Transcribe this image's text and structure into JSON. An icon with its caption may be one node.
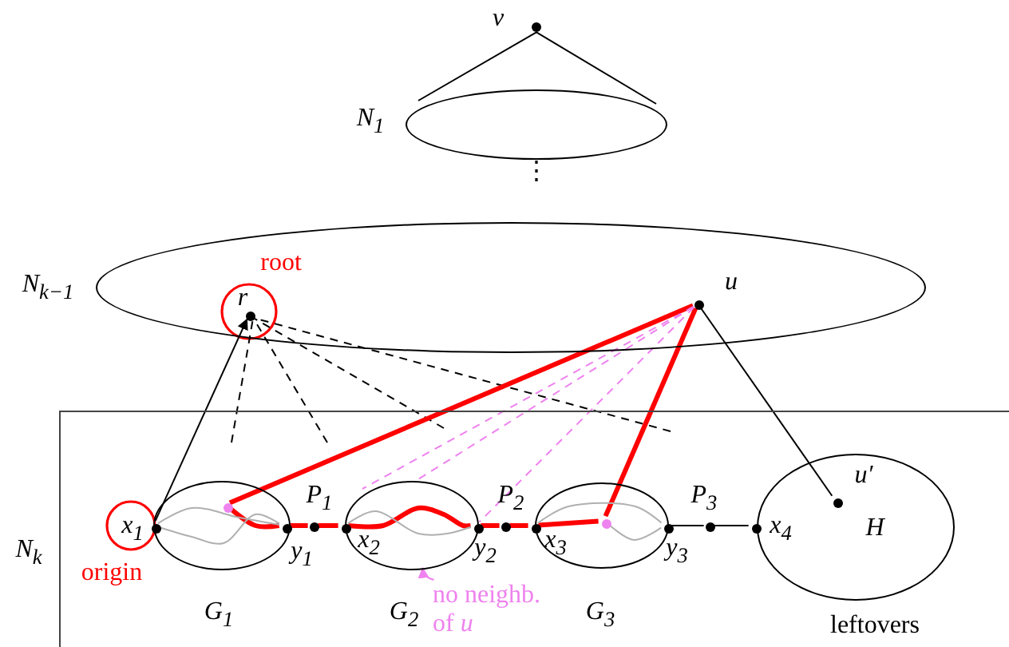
{
  "diagram": {
    "nodes": [
      {
        "text": [
          "N$_{1}$"
        ]
      },
      {
        "text": [
          "N$_{k−1}$"
        ]
      },
      {
        "text": [
          "N$_{k}$"
        ]
      },
      {
        "text": [],
        "shape": "circle",
        "beside": [
          "v"
        ]
      },
      {
        "text": [],
        "shape": "circle",
        "in": 1,
        "beside": [
          "r",
          "root"
        ]
      },
      {
        "text": [],
        "shape": "circle",
        "in": 1,
        "beside": [
          "u"
        ]
      },
      {
        "text": [
          "G$_{1}$"
        ],
        "in": 2
      },
      {
        "text": [
          "G$_{2}$"
        ],
        "in": 2
      },
      {
        "text": [
          "G$_{3}$"
        ],
        "in": 2
      },
      {
        "text": [
          "H",
          "leftovers"
        ],
        "in": 2
      },
      {
        "text": [],
        "shape": "circle",
        "in": 6,
        "beside": [
          "x$_{1}$",
          "origin"
        ]
      },
      {
        "text": [],
        "shape": "circle",
        "in": 6,
        "beside": [
          "y$_{1}$"
        ]
      },
      {
        "text": [],
        "shape": "circle",
        "in": 2,
        "beside": [
          "P$_{1}$"
        ]
      },
      {
        "text": [],
        "shape": "circle",
        "in": 7,
        "beside": [
          "x$_{2}$"
        ]
      },
      {
        "text": [],
        "shape": "circle",
        "in": 7,
        "beside": [
          "y$_{2}$"
        ]
      },
      {
        "text": [],
        "shape": "circle",
        "in": 2,
        "beside": [
          "P$_{2}$"
        ]
      },
      {
        "text": [],
        "shape": "circle",
        "in": 8,
        "beside": [
          "x$_{3}$"
        ]
      },
      {
        "text": [],
        "shape": "circle",
        "in": 8,
        "beside": [
          "y$_{3}$"
        ]
      },
      {
        "text": [],
        "shape": "circle",
        "in": 2,
        "beside": [
          "P$_{3}$"
        ]
      },
      {
        "text": [],
        "shape": "circle",
        "in": 9,
        "beside": [
          "x$_{4}$"
        ]
      },
      {
        "text": [],
        "shape": "circle",
        "in": 9,
        "beside": [
          "u′"
        ]
      },
      {
        "text": [],
        "shape": "circle",
        "in": 6
      },
      {
        "text": [],
        "shape": "circle",
        "in": 8
      },
      {
        "text": [
          "no neighb. of *u*"
        ],
        "in": 2
      }
    ],
    "edges": [
      {
        "from": 3,
        "to": 0,
        "arrow": "none"
      },
      {
        "from": 3,
        "to": 0,
        "arrow": "none"
      },
      {
        "from": 10,
        "to": 4,
        "arrow": "to"
      },
      {
        "from": 2,
        "to": 4,
        "arrow": "none",
        "style": "dashed"
      },
      {
        "from": 2,
        "to": 4,
        "arrow": "none",
        "style": "dashed"
      },
      {
        "from": 2,
        "to": 4,
        "arrow": "none",
        "style": "dashed"
      },
      {
        "from": 2,
        "to": 4,
        "arrow": "none",
        "style": "dashed"
      },
      {
        "from": 5,
        "to": 20,
        "arrow": "none"
      },
      {
        "from": 21,
        "to": 5,
        "arrow": "none",
        "style": "thick",
        "color": "#ff0000"
      },
      {
        "from": 5,
        "to": 22,
        "arrow": "none",
        "style": "thick",
        "color": "#ff0000"
      },
      {
        "from": 21,
        "to": 11,
        "arrow": "none",
        "style": "thick",
        "color": "#ff0000"
      },
      {
        "from": 11,
        "to": 12,
        "arrow": "none",
        "style": "thick",
        "color": "#ff0000"
      },
      {
        "from": 12,
        "to": 13,
        "arrow": "none",
        "style": "thick",
        "color": "#ff0000"
      },
      {
        "from": 13,
        "to": 14,
        "arrow": "none",
        "style": "thick",
        "color": "#ff0000"
      },
      {
        "from": 14,
        "to": 15,
        "arrow": "none",
        "style": "thick",
        "color": "#ff0000"
      },
      {
        "from": 15,
        "to": 16,
        "arrow": "none",
        "style": "thick",
        "color": "#ff0000"
      },
      {
        "from": 16,
        "to": 22,
        "arrow": "none",
        "style": "thick",
        "color": "#ff0000"
      },
      {
        "from": 17,
        "to": 18,
        "arrow": "none"
      },
      {
        "from": 18,
        "to": 19,
        "arrow": "none"
      },
      {
        "from": 10,
        "to": 11,
        "arrow": "none",
        "color": "#b0b0b0"
      },
      {
        "from": 10,
        "to": 11,
        "arrow": "none",
        "color": "#b0b0b0"
      },
      {
        "from": 13,
        "to": 14,
        "arrow": "none",
        "color": "#b0b0b0"
      },
      {
        "from": 16,
        "to": 17,
        "arrow": "none",
        "color": "#b0b0b0"
      },
      {
        "from": 22,
        "to": 17,
        "arrow": "none",
        "color": "#b0b0b0"
      },
      {
        "from": 5,
        "to": 7,
        "arrow": "none",
        "style": "dashed",
        "color": "#ee82ee"
      },
      {
        "from": 5,
        "to": 7,
        "arrow": "none",
        "style": "dashed",
        "color": "#ee82ee"
      },
      {
        "from": 5,
        "to": 14,
        "arrow": "none",
        "style": "dashed",
        "color": "#ee82ee"
      },
      {
        "from": 23,
        "to": 7,
        "arrow": "to",
        "color": "#ee82ee"
      }
    ],
    "labels": [
      "⋮"
    ]
  }
}
